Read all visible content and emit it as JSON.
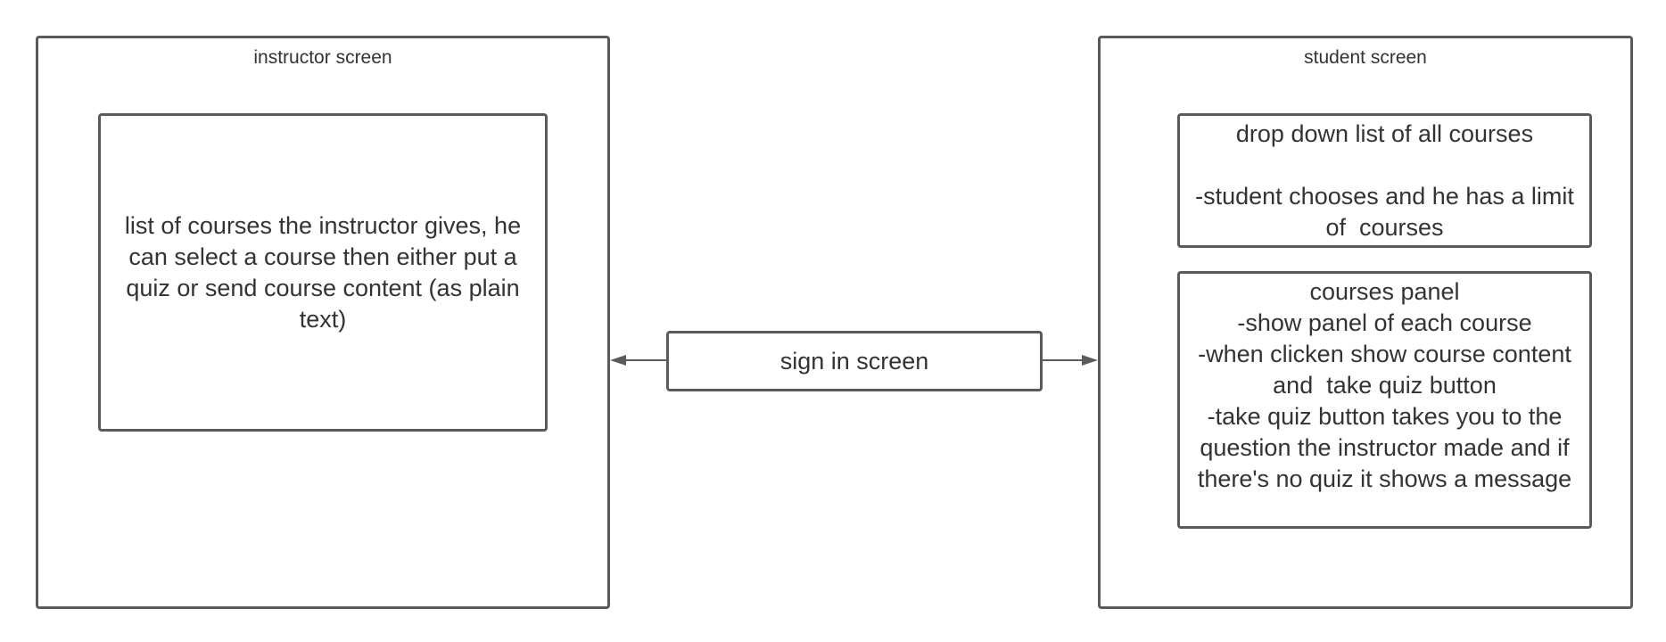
{
  "instructor_screen": {
    "title": "instructor screen",
    "courses_box": {
      "lines": [
        "list of courses the instructor gives, he",
        "can select a course then either put a",
        "quiz or send course content (as plain",
        "text)"
      ]
    }
  },
  "sign_in": {
    "label": "sign in screen"
  },
  "student_screen": {
    "title": "student screen",
    "dropdown_box": {
      "heading": "drop down list of all courses",
      "lines": [
        "-student chooses and he has a limit",
        "of  courses"
      ]
    },
    "courses_panel_box": {
      "heading": "courses panel",
      "lines": [
        "-show panel of each course",
        "-when clicken show course content",
        "and  take quiz button",
        "-take quiz button takes you to the",
        "question the instructor made and if",
        "there's no quiz it shows a message"
      ]
    }
  },
  "colors": {
    "stroke": "#5b5b5b",
    "text": "#333333",
    "background": "#ffffff"
  }
}
